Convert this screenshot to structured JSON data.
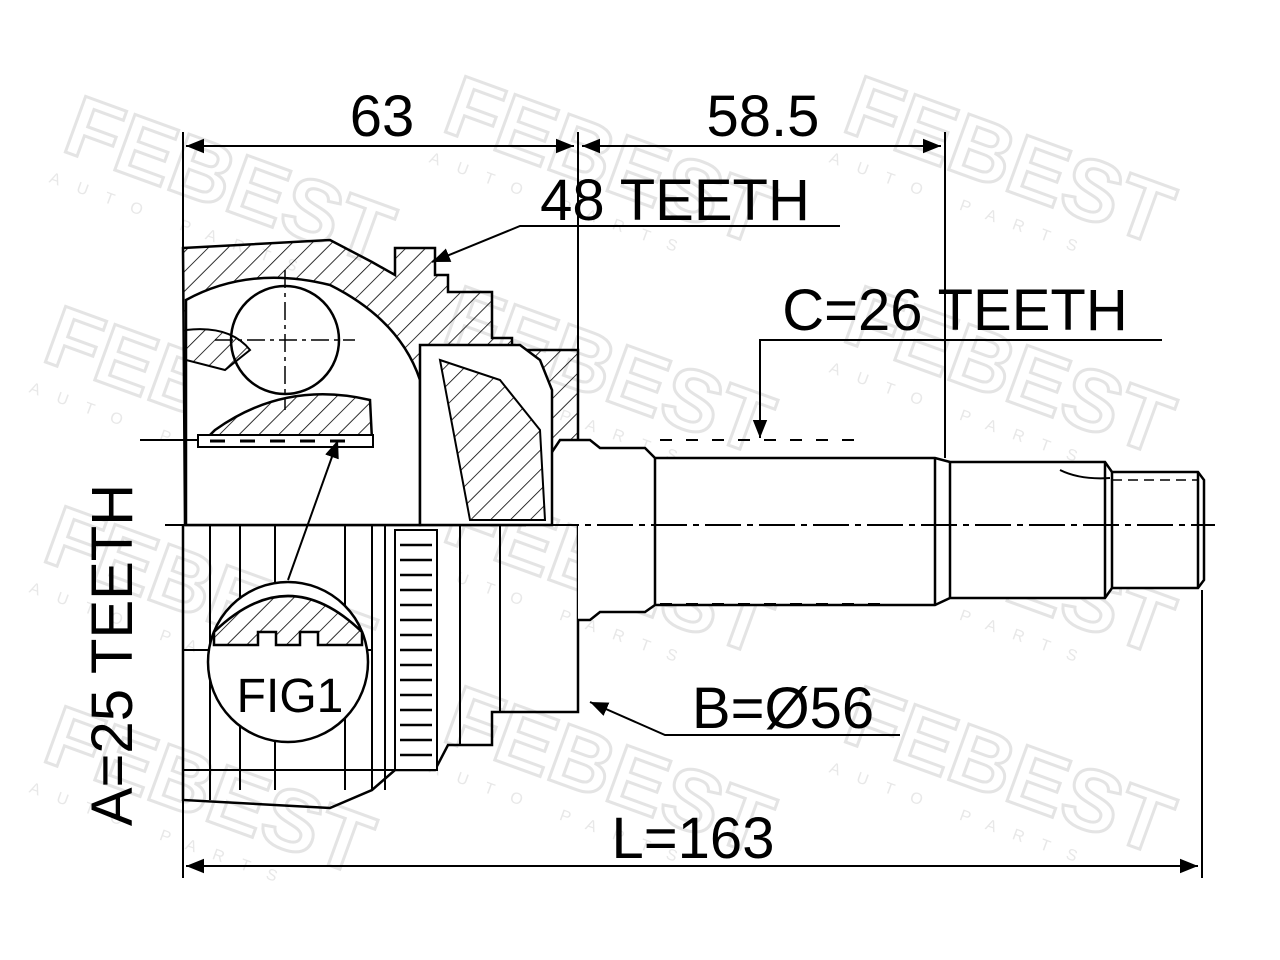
{
  "watermark": {
    "brand": "FEBEST",
    "tagline": "AUTO PARTS"
  },
  "dimensions": {
    "dim_63": "63",
    "dim_58_5": "58.5",
    "outer_spline": "48 TEETH",
    "stub_spline": "C=26 TEETH",
    "inner_spline": "A=25 TEETH",
    "seal_diameter": "B=Ø56",
    "total_length": "L=163",
    "detail_label": "FIG1"
  }
}
